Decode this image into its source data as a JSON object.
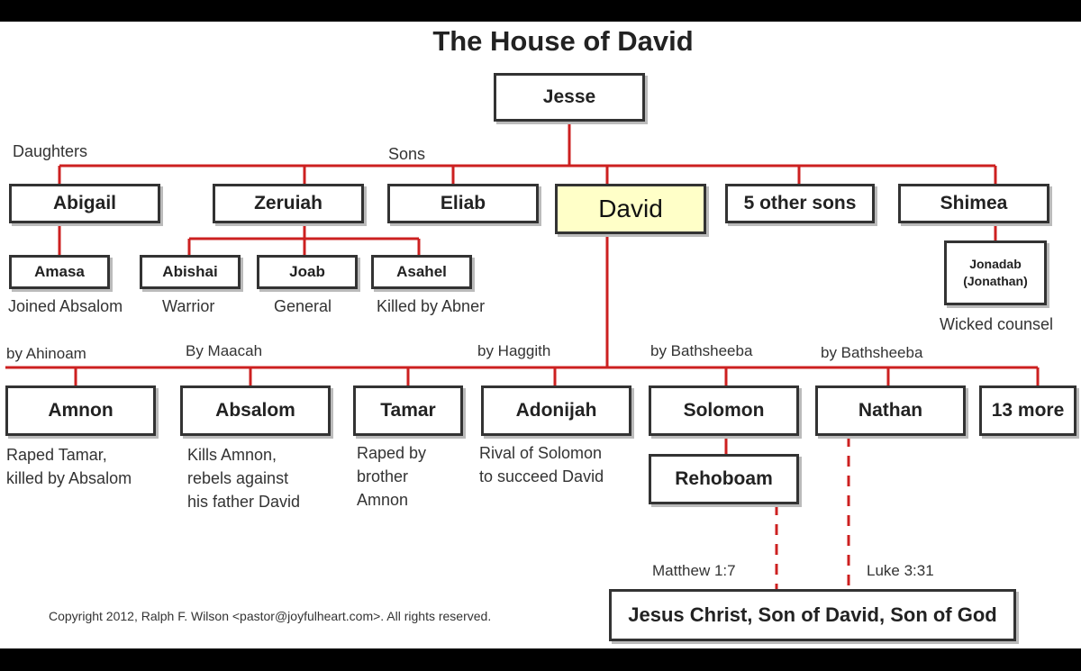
{
  "title": "The House of David",
  "colors": {
    "connector": "#cc2020",
    "david_highlight": "#ffffc8",
    "box_border": "#333333"
  },
  "labels": {
    "daughters": "Daughters",
    "sons": "Sons",
    "by_ahinoam": "by Ahinoam",
    "by_maacah": "By Maacah",
    "by_haggith": "by Haggith",
    "by_bathsheeba_1": "by Bathsheeba",
    "by_bathsheeba_2": "by Bathsheeba",
    "matthew": "Matthew 1:7",
    "luke": "Luke 3:31"
  },
  "nodes": {
    "jesse": "Jesse",
    "abigail": "Abigail",
    "zeruiah": "Zeruiah",
    "eliab": "Eliab",
    "david": "David",
    "other_sons": "5 other sons",
    "shimea": "Shimea",
    "amasa": "Amasa",
    "abishai": "Abishai",
    "joab": "Joab",
    "asahel": "Asahel",
    "jonadab_1": "Jonadab",
    "jonadab_2": "(Jonathan)",
    "amnon": "Amnon",
    "absalom": "Absalom",
    "tamar": "Tamar",
    "adonijah": "Adonijah",
    "solomon": "Solomon",
    "nathan": "Nathan",
    "more": "13 more",
    "rehoboam": "Rehoboam",
    "jesus": "Jesus Christ, Son of David, Son of God"
  },
  "notes": {
    "amasa": "Joined Absalom",
    "abishai": "Warrior",
    "joab": "General",
    "asahel": "Killed by Abner",
    "jonadab": "Wicked counsel",
    "amnon": [
      "Raped Tamar,",
      "killed by Absalom"
    ],
    "absalom": [
      "Kills Amnon,",
      "rebels against",
      "his father David"
    ],
    "tamar": [
      "Raped by",
      "brother",
      "Amnon"
    ],
    "adonijah": [
      "Rival of Solomon",
      "to succeed David"
    ]
  },
  "copyright": "Copyright 2012, Ralph F. Wilson <pastor@joyfulheart.com>. All rights reserved."
}
